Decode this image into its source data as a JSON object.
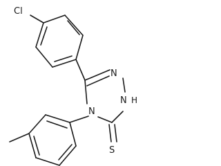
{
  "molecule": {
    "atoms": {
      "chlorine": "Cl",
      "ring_nitrogen_top": "N",
      "ring_nitrogen_nh": "N",
      "nh_hydrogen": "H",
      "ring_nitrogen_4": "N",
      "thione_sulfur": "S"
    },
    "colors": {
      "bond": "#1a1a1a",
      "background": "#ffffff"
    }
  }
}
